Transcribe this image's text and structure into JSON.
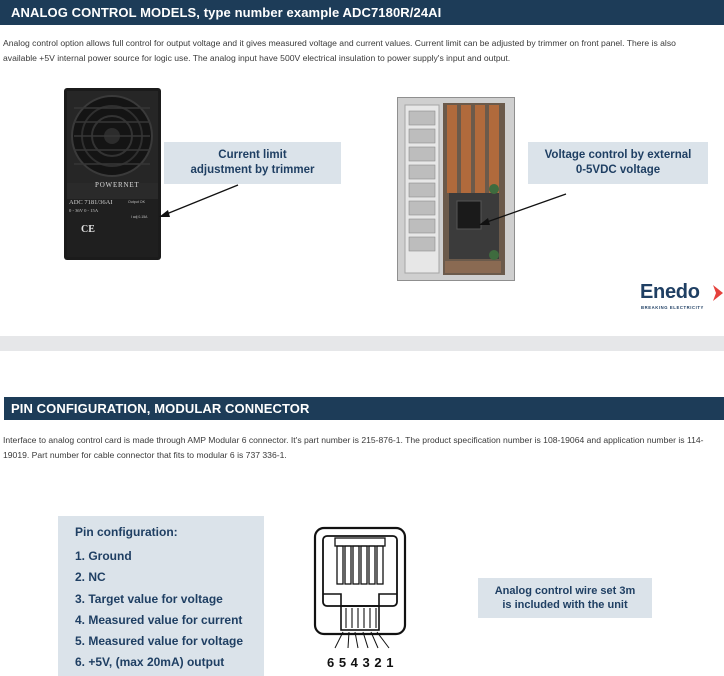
{
  "section1": {
    "heading": "ANALOG CONTROL MODELS, type number example ADC7180R/24AI",
    "paragraph": "Analog control option allows full control for output voltage and it gives measured voltage and current values. Current limit can be adjusted by trimmer on front panel. There is also available +5V internal power source for logic use. The analog input have 500V electrical insulation to power supply's input and output."
  },
  "front_unit": {
    "brand": "POWERNET",
    "model": "ADC 7181/36AI",
    "ratings": "0 - 36V  0 - 15A",
    "indicator_1": "Output OK",
    "indicator_2": "I adj 0-15A",
    "ce_mark": "CE"
  },
  "callouts": {
    "current_limit": [
      "Current limit",
      "adjustment by trimmer"
    ],
    "voltage_control": [
      "Voltage control by external",
      "0-5VDC voltage"
    ],
    "wire_set": [
      "Analog control wire set 3m",
      "is included with the unit"
    ]
  },
  "logo": {
    "word": "Enedo",
    "tagline": "BREAKING ELECTRICITY",
    "accent_color": "#e5413c"
  },
  "section2": {
    "heading": "PIN CONFIGURATION, MODULAR CONNECTOR",
    "paragraph": "Interface to analog control card is made through AMP Modular 6 connector. It's part number is 215-876-1. The product specification number is 108-19064 and application number is 114-19019. Part number for cable connector that fits to modular 6 is 737 336-1."
  },
  "pin_config": {
    "title": "Pin configuration:",
    "items": [
      "1. Ground",
      "2. NC",
      "3. Target value for voltage",
      "4. Measured value for current",
      "5. Measured value for voltage",
      "6. +5V, (max 20mA) output"
    ]
  },
  "connector": {
    "pin_numbers": "6 5 4 3 2 1"
  },
  "colors": {
    "banner": "#1d3c58",
    "callout_bg": "#dbe3ea",
    "callout_text": "#1f3f63"
  }
}
